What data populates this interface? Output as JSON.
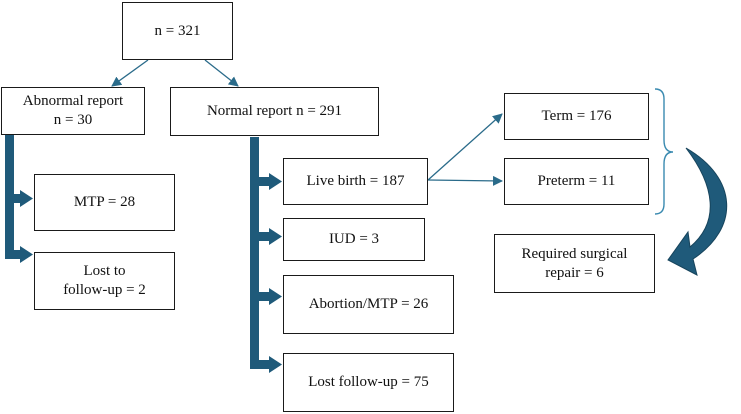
{
  "flowchart": {
    "root": {
      "label": "n = 321"
    },
    "abnormal": {
      "line1": "Abnormal report",
      "line2": "n = 30"
    },
    "normal": {
      "label": "Normal report n = 291"
    },
    "mtp": {
      "label": "MTP = 28"
    },
    "lost_abnormal": {
      "line1": "Lost to",
      "line2": "follow-up = 2"
    },
    "live_birth": {
      "label": "Live birth = 187"
    },
    "iud": {
      "label": "IUD = 3"
    },
    "abortion": {
      "label": "Abortion/MTP = 26"
    },
    "lost_normal": {
      "label": "Lost follow-up = 75"
    },
    "term": {
      "label": "Term = 176"
    },
    "preterm": {
      "label": "Preterm = 11"
    },
    "surgical": {
      "line1": "Required surgical",
      "line2": "repair = 6"
    }
  },
  "colors": {
    "connector": "#1f5a7a",
    "thin_arrow": "#2a6b8a",
    "box_border": "#1a1a1a",
    "curved_arrow": "#1f5a7a",
    "brace": "#3a8ab0"
  }
}
